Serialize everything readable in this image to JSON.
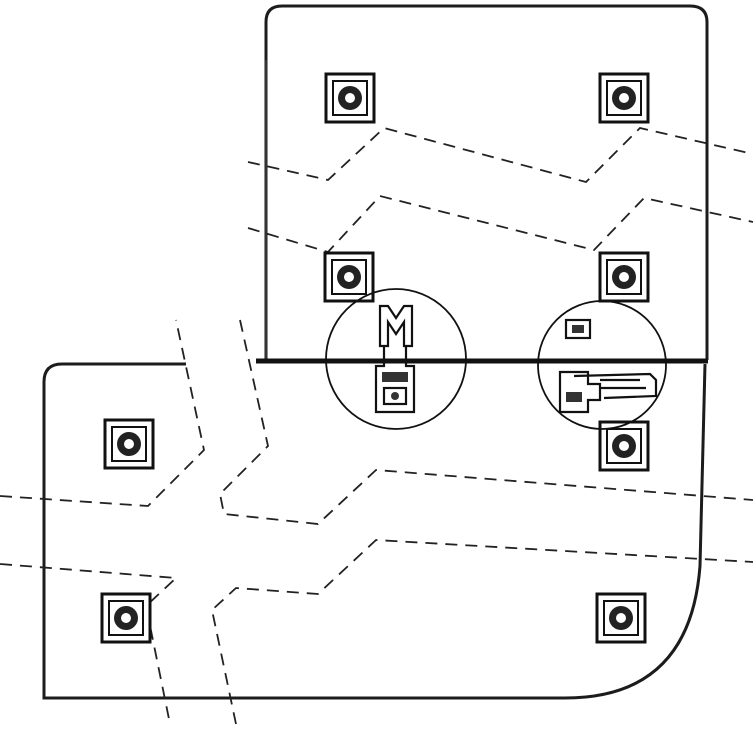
{
  "diagram": {
    "panels": [
      {
        "id": "upper-panel"
      },
      {
        "id": "lower-panel"
      }
    ],
    "mounting_pads": 8,
    "cable_routes": 3,
    "detail_views": [
      {
        "id": "latch-detail-left",
        "component": "latch-connector"
      },
      {
        "id": "latch-detail-right",
        "component": "latch-hinge"
      }
    ],
    "colors": {
      "line": "#1c1c1c",
      "background": "#ffffff"
    }
  }
}
